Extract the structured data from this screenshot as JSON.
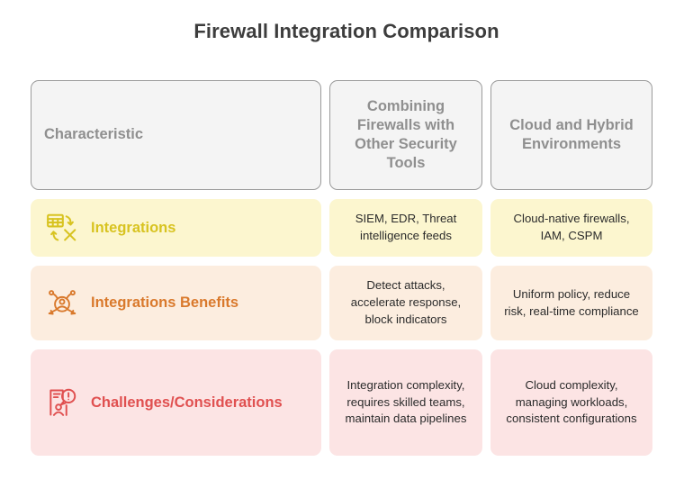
{
  "page": {
    "title": "Firewall Integration Comparison",
    "background": "#ffffff",
    "title_color": "#3d3d3d"
  },
  "table": {
    "headers": [
      {
        "label": "Characteristic",
        "align": "left"
      },
      {
        "label": "Combining Firewalls with Other Security Tools",
        "align": "center"
      },
      {
        "label": "Cloud and Hybrid Environments",
        "align": "center"
      }
    ],
    "header_style": {
      "background": "#f4f4f4",
      "border_color": "#9b9b9b",
      "text_color": "#8f8f8f"
    },
    "rows": [
      {
        "label": "Integrations",
        "icon": "data-exchange-icon",
        "accent": "#d8c320",
        "background": "#fcf6cf",
        "cells": [
          "SIEM, EDR, Threat intelligence feeds",
          "Cloud-native firewalls, IAM, CSPM"
        ]
      },
      {
        "label": "Integrations Benefits",
        "icon": "network-user-icon",
        "accent": "#d9792c",
        "background": "#fceddf",
        "cells": [
          "Detect attacks, accelerate response, block indicators",
          "Uniform policy, reduce risk, real-time compliance"
        ]
      },
      {
        "label": "Challenges/Considerations",
        "icon": "user-alert-board-icon",
        "accent": "#e05050",
        "background": "#fce4e4",
        "cells": [
          "Integration complexity, requires skilled teams, maintain data pipelines",
          "Cloud complexity, managing workloads, consistent configurations"
        ]
      }
    ]
  }
}
